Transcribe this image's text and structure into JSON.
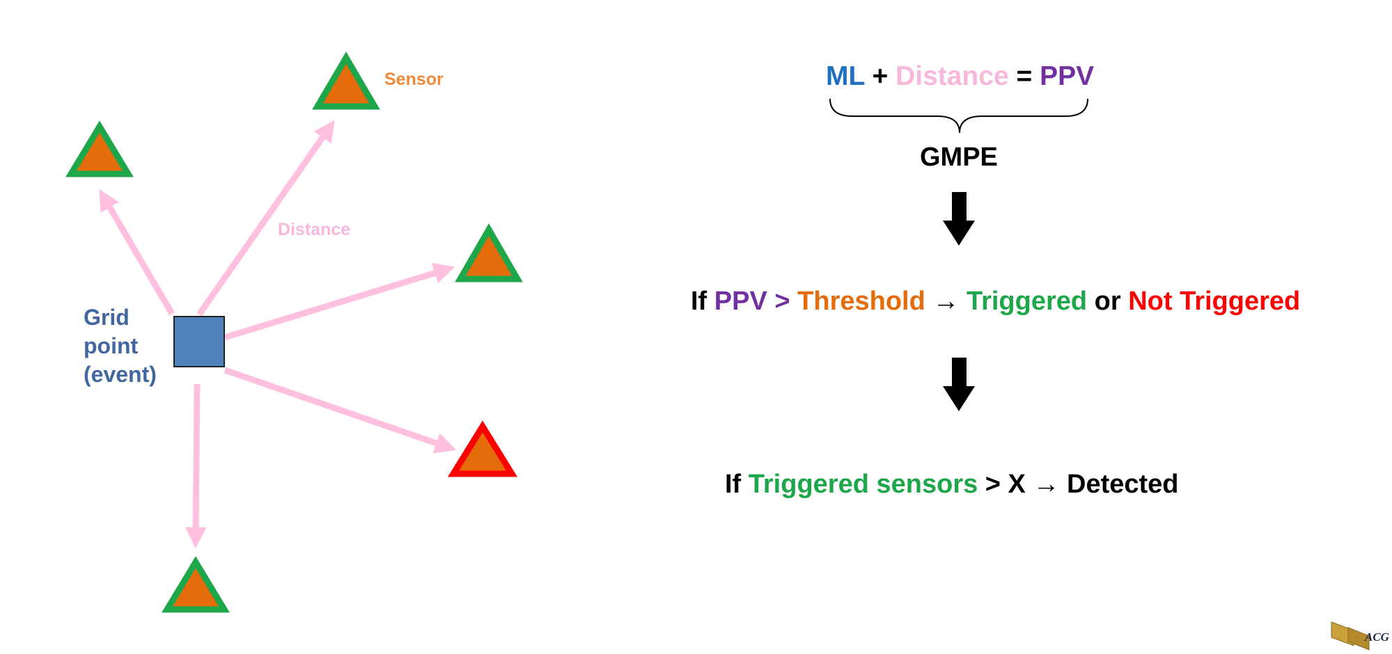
{
  "colors": {
    "arrow": "#FFC0E0",
    "grid_square": "#4F81BD",
    "grid_label": "#41679E",
    "sensor_fill": "#E46C0A",
    "sensor_ok_border": "#1EA64A",
    "sensor_triggered_border": "#FF0000",
    "ml": "#1F6FC0",
    "distance": "#F7B8DC",
    "ppv": "#7030A0",
    "threshold": "#E46C0A",
    "triggered": "#1EA64A",
    "not_triggered": "#FF0000"
  },
  "labels": {
    "sensor": "Sensor",
    "distance": "Distance",
    "grid_line1": "Grid",
    "grid_line2": "point",
    "grid_line3": "(event)"
  },
  "equation": {
    "ml": "ML",
    "plus": " + ",
    "distance": "Distance",
    "equals": " = ",
    "ppv": "PPV",
    "brace_label": "GMPE"
  },
  "rule1": {
    "if": "If ",
    "ppv": "PPV",
    "gt": " > ",
    "threshold": "Threshold",
    "arrow": " → ",
    "triggered": "Triggered",
    "or": " or ",
    "not_triggered": "Not Triggered"
  },
  "rule2": {
    "if": "If ",
    "triggered_sensors": "Triggered sensors",
    "rest": " > X → Detected"
  },
  "logo": "ACG"
}
